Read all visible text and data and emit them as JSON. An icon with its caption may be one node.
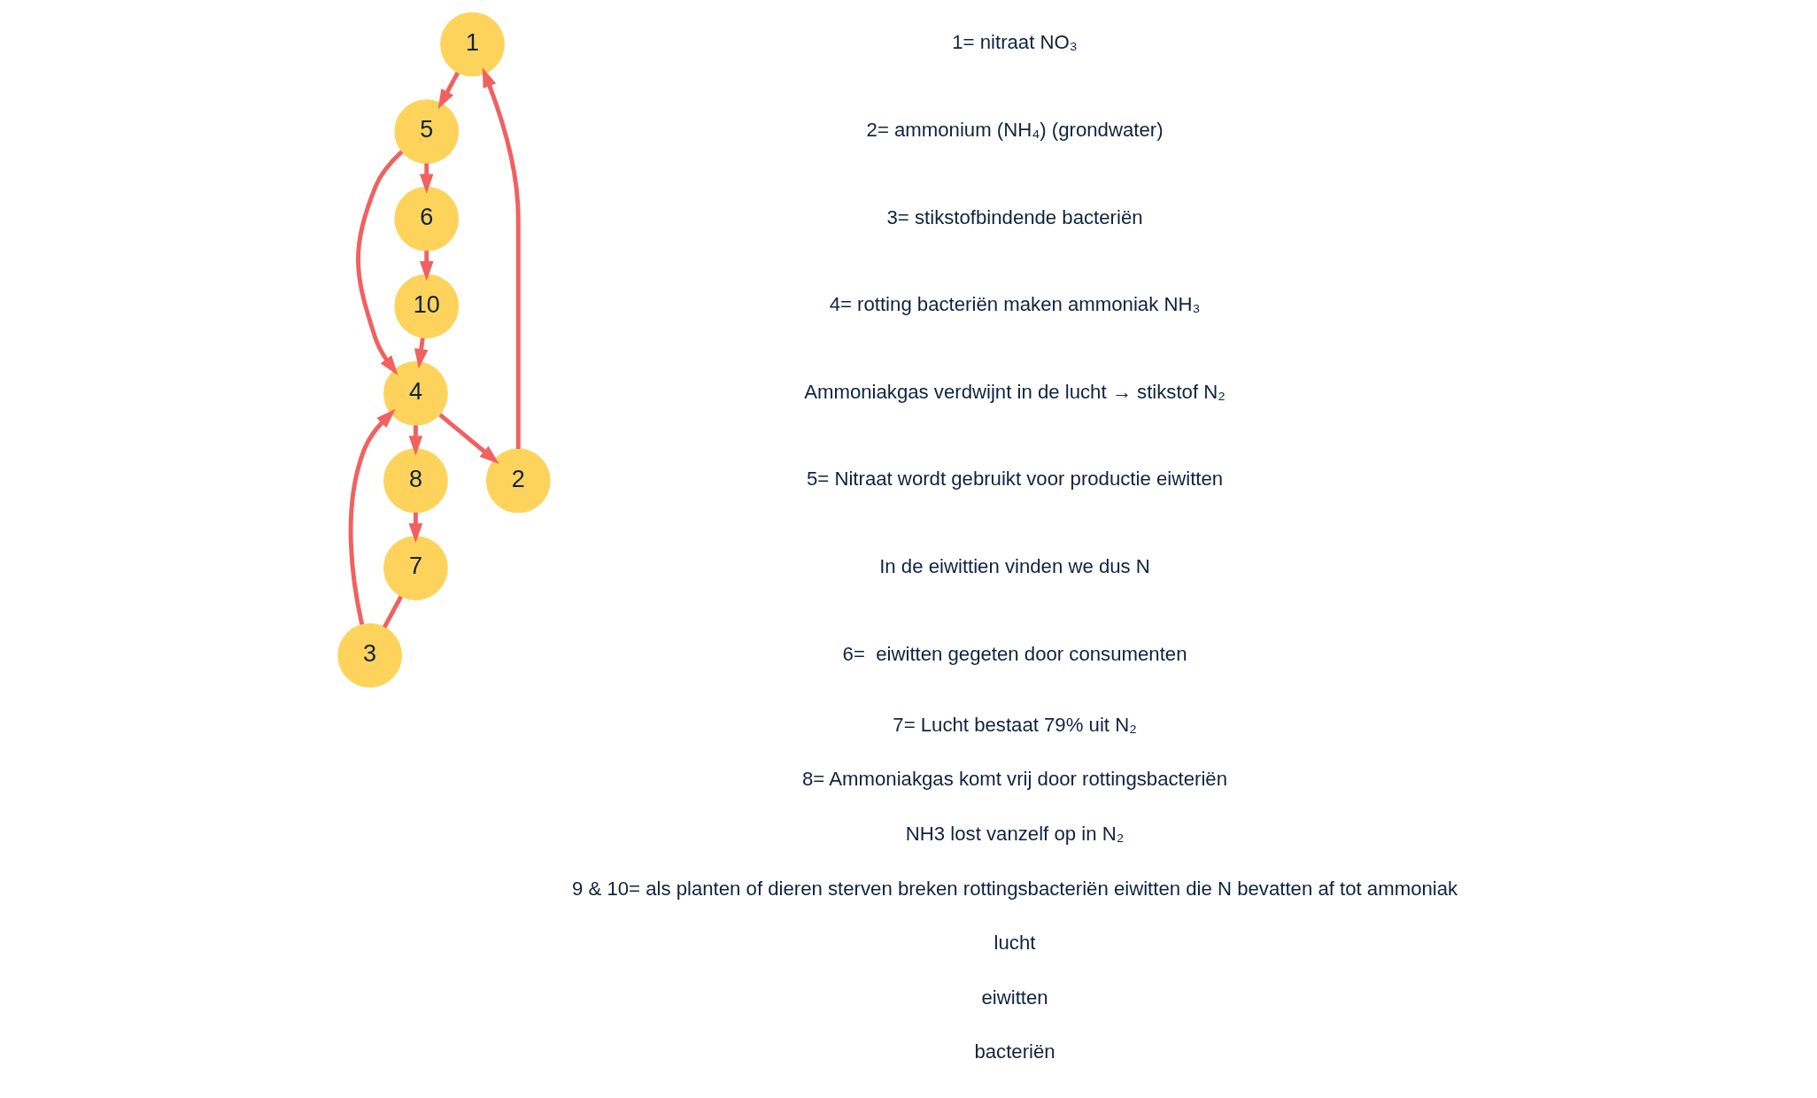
{
  "diagram": {
    "nodes": [
      {
        "text": [
          "1"
        ]
      },
      {
        "text": [
          "2"
        ]
      },
      {
        "text": [
          "3"
        ]
      },
      {
        "text": [
          "4"
        ]
      },
      {
        "text": [
          "5"
        ]
      },
      {
        "text": [
          "6"
        ]
      },
      {
        "text": [
          "7"
        ]
      },
      {
        "text": [
          "8"
        ]
      },
      {
        "text": [
          "10"
        ]
      }
    ],
    "edges": [
      {
        "from": 6,
        "to": 2,
        "arrow": "none"
      },
      {
        "from": 2,
        "to": 3,
        "arrow": "to"
      },
      {
        "from": 7,
        "to": 6,
        "arrow": "to"
      },
      {
        "from": 3,
        "to": 7,
        "arrow": "to"
      },
      {
        "from": 3,
        "to": 1,
        "arrow": "to"
      },
      {
        "from": 1,
        "to": 0,
        "arrow": "to"
      },
      {
        "from": 0,
        "to": 4,
        "arrow": "to"
      },
      {
        "from": 4,
        "to": 5,
        "arrow": "to"
      },
      {
        "from": 4,
        "to": 3,
        "arrow": "to"
      },
      {
        "from": 5,
        "to": 8,
        "arrow": "to"
      },
      {
        "from": 8,
        "to": 3,
        "arrow": "to"
      }
    ],
    "labels": [
      "1= nitraat NO₃",
      "2= ammonium (NH₄) (grondwater)",
      "3= stikstofbindende bacteriën",
      "4= rotting bacteriën maken ammoniak NH₃",
      "Ammoniakgas verdwijnt in de lucht → stikstof N₂",
      "5= Nitraat wordt gebruikt voor productie eiwitten",
      "In de eiwittien vinden we dus N",
      "6=  eiwitten gegeten door consumenten",
      "7= Lucht bestaat 79% uit N₂",
      "8= Ammoniakgas komt vrij door rottingsbacteriën",
      "NH3 lost vanzelf op in N₂",
      "9 & 10= als planten of dieren sterven breken rottingsbacteriën eiwitten die N bevatten af tot ammoniak",
      "lucht",
      "eiwitten",
      "bacteriën"
    ]
  }
}
